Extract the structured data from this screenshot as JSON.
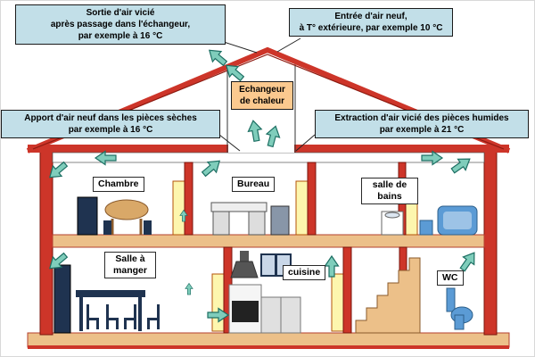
{
  "colors": {
    "callout_bg": "#c2dfe8",
    "exchanger_bg": "#fbc98f",
    "wall_red": "#cd3529",
    "floor_tan": "#ecc089",
    "arrow_fill": "#7fcdbb",
    "arrow_stroke": "#1d6f63",
    "fixture_blue": "#5b9bd5",
    "furniture_dark": "#1f3350",
    "door_yellow": "#fdf6ae"
  },
  "callouts": {
    "sortie": {
      "lines": [
        "Sortie d'air vicié",
        "après passage dans l'échangeur,",
        "par exemple à 16 °C"
      ]
    },
    "entree": {
      "lines": [
        "Entrée d'air neuf,",
        "à T° extérieure, par exemple 10 °C"
      ]
    },
    "apport": {
      "lines": [
        "Apport d'air neuf dans les pièces sèches",
        "par exemple à 16 °C"
      ]
    },
    "extraction": {
      "lines": [
        "Extraction d'air vicié des pièces humides",
        "par exemple à 21 °C"
      ]
    },
    "echangeur": {
      "lines": [
        "Echangeur",
        "de chaleur"
      ]
    }
  },
  "rooms": {
    "chambre": "Chambre",
    "bureau": "Bureau",
    "salle_de_bains": "salle de bains",
    "salle_a_manger": "Salle à manger",
    "cuisine": "cuisine",
    "wc": "WC"
  }
}
